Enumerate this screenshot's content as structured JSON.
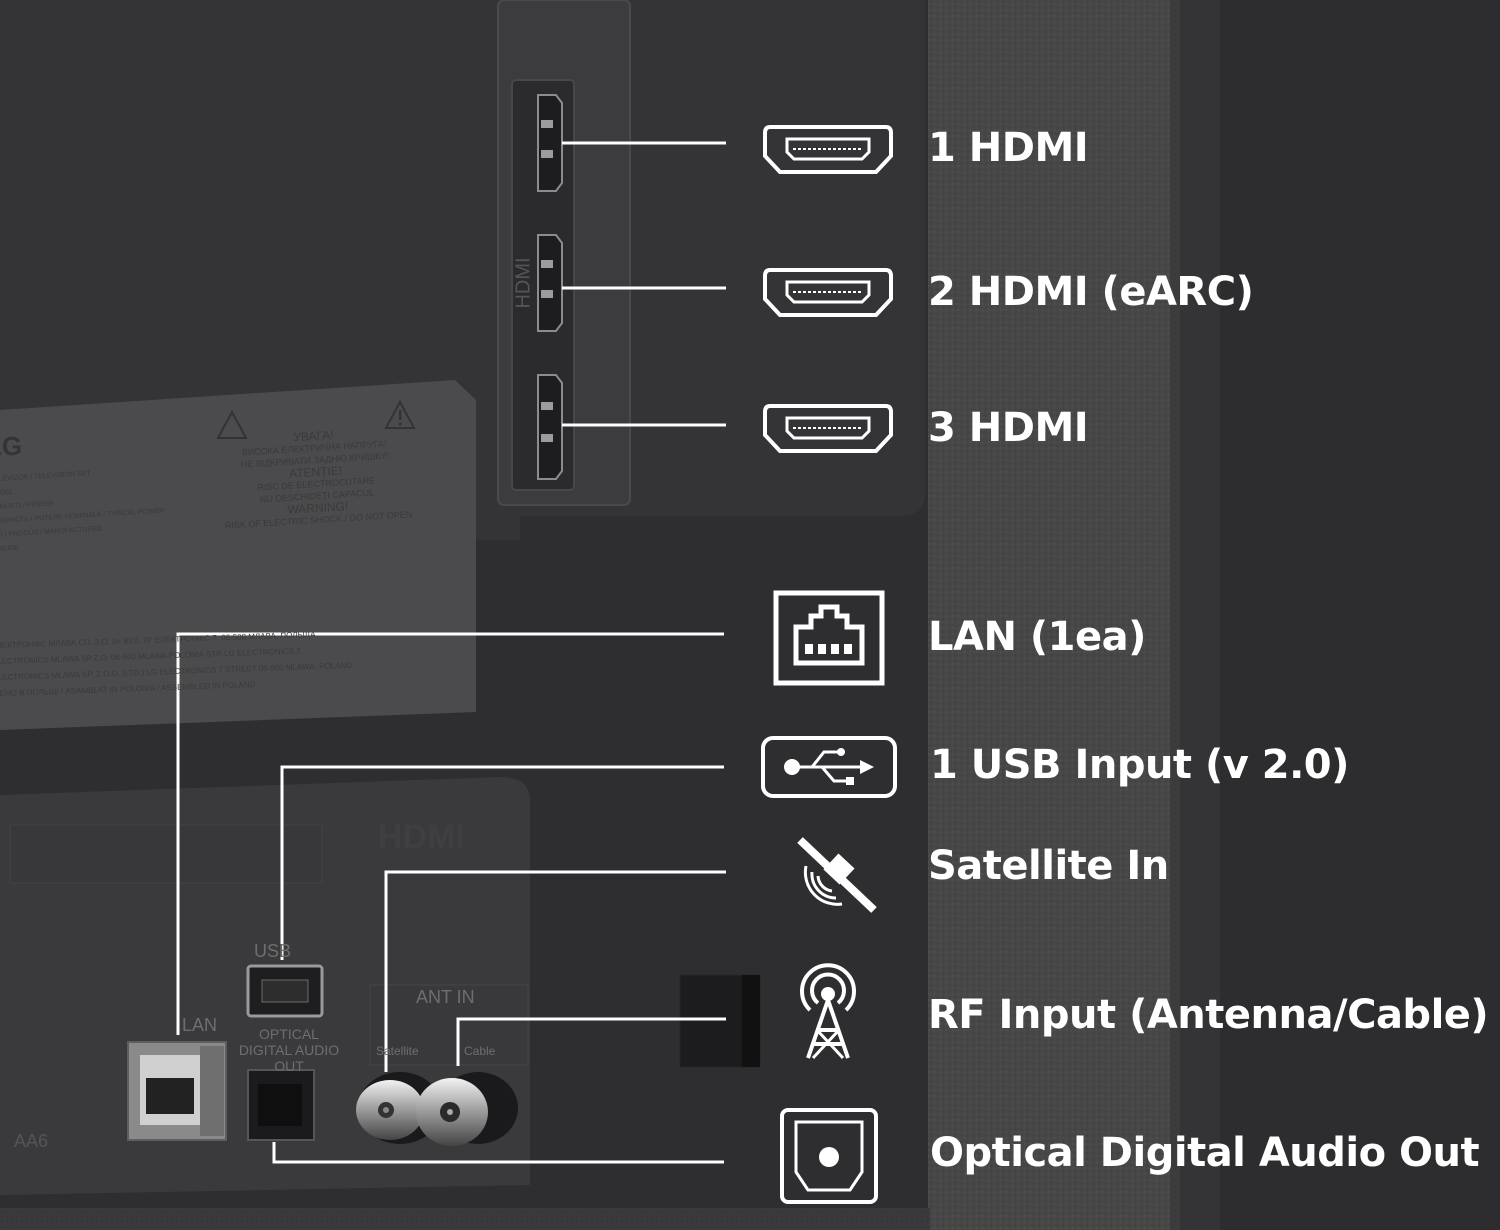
{
  "connections": [
    {
      "label": "1 HDMI",
      "icon": "hdmi-icon"
    },
    {
      "label": "2 HDMI (eARC)",
      "icon": "hdmi-icon"
    },
    {
      "label": "3 HDMI",
      "icon": "hdmi-icon"
    },
    {
      "label": "LAN (1ea)",
      "icon": "lan-icon"
    },
    {
      "label": "1 USB Input (v 2.0)",
      "icon": "usb-icon"
    },
    {
      "label": "Satellite In",
      "icon": "satellite-icon"
    },
    {
      "label": "RF Input (Antenna/Cable)",
      "icon": "antenna-icon"
    },
    {
      "label": "Optical Digital Audio Out",
      "icon": "optical-icon"
    }
  ],
  "rating_label": {
    "logo": "LG",
    "warning_lines": [
      "УВАГА!",
      "ВИСОКА ЕЛЕКТРИЧНА НАПРУГА!",
      "НЕ ВІДКРИВАТИ ЗАДНЮ КРИШКУ!",
      "ATENȚIE!",
      "RISC DE ELECTROCUTARE",
      "NU DESCHIDEȚI CAPACUL",
      "WARNING!",
      "RISK OF ELECTRIC SHOCK / DO NOT OPEN"
    ],
    "left_lines": [
      "...ELEVIZOR / TELEVISION SET",
      "...ODEL",
      "...ŽNOSTI / POWER",
      "...ОЖНІСТЬ / PUTERE NOMINALĂ / TYPICAL POWER",
      "...О / PRODUS / MANUFACTURED",
      "...SERIE"
    ],
    "bottom_lines": [
      "ЕЛЕКТРОНІКС МЛАВА СП. З.О. 0+ ВУЛ. ЛГ ЕЛЕКТРОНІКС 7, 06-500 МЛАВА, ПОЛЬЩА",
      "ELECTRONICS MLAWA SP.Z.O. 06-500 MLAWA POLONIA STR.LG ELECTRONICS 7",
      "ELECTRONICS MLAWA SP. Z O.O. (LTD.) LG ELECTRONICS 7 STREET 06-500 MLAWA, POLAND",
      "...ЕНО В ПОЛЬЩІ / ASAMBLAT IN POLONIA / ASSEMBLED IN POLAND"
    ]
  },
  "panel_text": {
    "hdmi_vertical": "HDMI",
    "hdmi_embossed": "HDMI",
    "usb_port": "USB",
    "lan_port": "LAN",
    "optical_port": "OPTICAL DIGITAL AUDIO OUT",
    "ant_in": "ANT IN",
    "satellite_port": "Satellite",
    "cable_port": "Cable",
    "model_code": "AA6"
  },
  "colors": {
    "label_text": "#ffffff",
    "leader_line": "#ffffff",
    "panel_dark": "#2f2f31",
    "side_texture": "#4a4a4a"
  }
}
